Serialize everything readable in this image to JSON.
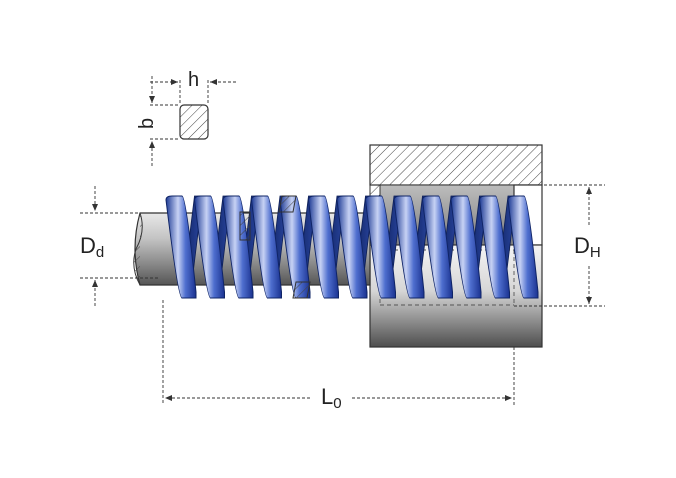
{
  "labels": {
    "h": "h",
    "b": "b",
    "Dd_main": "D",
    "Dd_sub": "d",
    "DH_main": "D",
    "DH_sub": "H",
    "L0_main": "L",
    "L0_sub": "0"
  },
  "colors": {
    "spring_blue": "#2b4aa8",
    "spring_light": "#9fb2ea",
    "rod_dark": "#6a6a6a",
    "housing_dark": "#5a5a5a",
    "hatch": "#333333",
    "dimension_line": "#333333"
  }
}
